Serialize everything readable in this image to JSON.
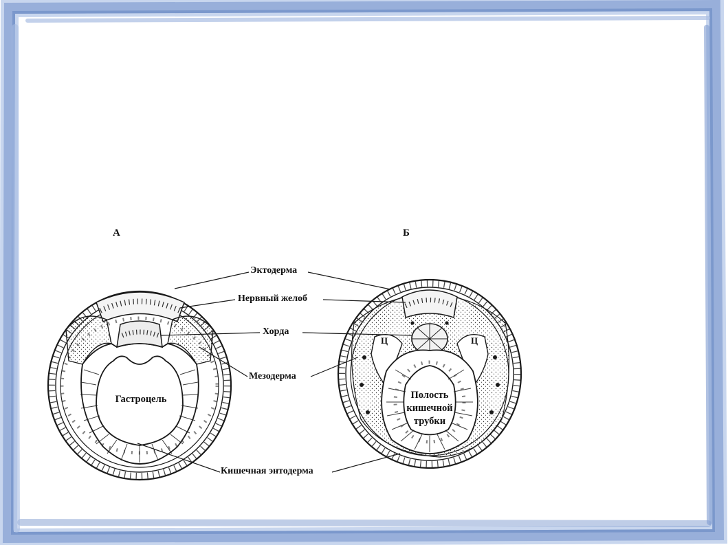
{
  "panels": {
    "a": {
      "letter": "А",
      "cavity": "Гастроцель"
    },
    "b": {
      "letter": "Б",
      "cavity_lines": [
        "Полость",
        "кишечной",
        "трубки"
      ],
      "coelom_marker": "Ц"
    }
  },
  "labels": {
    "ectoderm": "Эктодерма",
    "neural_groove": "Нервный желоб",
    "chord": "Хорда",
    "mesoderm": "Мезодерма",
    "intestinal_endoderm": "Кишечная энтодерма"
  },
  "colors": {
    "frame": "#8fa8d6",
    "frame_light": "#c8d6ee",
    "ink": "#1a1a1a"
  }
}
